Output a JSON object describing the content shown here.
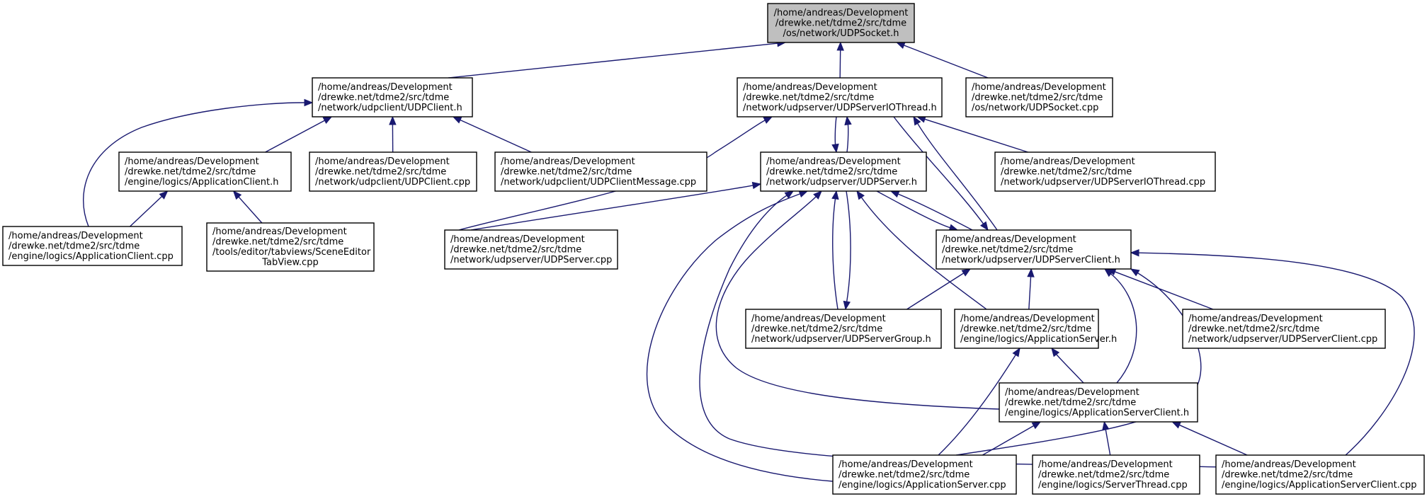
{
  "colors": {
    "edge": "#191970",
    "root_fill": "#bfbfbf",
    "node_fill": "#ffffff",
    "border": "#000000"
  },
  "nodes": [
    {
      "id": "udpsocket_h",
      "root": true,
      "lines": [
        "/home/andreas/Development",
        "/drewke.net/tdme2/src/tdme",
        "/os/network/UDPSocket.h"
      ]
    },
    {
      "id": "udpclient_h",
      "lines": [
        "/home/andreas/Development",
        "/drewke.net/tdme2/src/tdme",
        "/network/udpclient/UDPClient.h"
      ]
    },
    {
      "id": "udpserveriothread_h",
      "lines": [
        "/home/andreas/Development",
        "/drewke.net/tdme2/src/tdme",
        "/network/udpserver/UDPServerIOThread.h"
      ]
    },
    {
      "id": "udpsocket_cpp",
      "lines": [
        "/home/andreas/Development",
        "/drewke.net/tdme2/src/tdme",
        "/os/network/UDPSocket.cpp"
      ]
    },
    {
      "id": "applicationclient_h",
      "lines": [
        "/home/andreas/Development",
        "/drewke.net/tdme2/src/tdme",
        "/engine/logics/ApplicationClient.h"
      ]
    },
    {
      "id": "udpclient_cpp",
      "lines": [
        "/home/andreas/Development",
        "/drewke.net/tdme2/src/tdme",
        "/network/udpclient/UDPClient.cpp"
      ]
    },
    {
      "id": "udpclientmessage_cpp",
      "lines": [
        "/home/andreas/Development",
        "/drewke.net/tdme2/src/tdme",
        "/network/udpclient/UDPClientMessage.cpp"
      ]
    },
    {
      "id": "udpserver_h",
      "lines": [
        "/home/andreas/Development",
        "/drewke.net/tdme2/src/tdme",
        "/network/udpserver/UDPServer.h"
      ]
    },
    {
      "id": "udpserveriothread_cpp",
      "lines": [
        "/home/andreas/Development",
        "/drewke.net/tdme2/src/tdme",
        "/network/udpserver/UDPServerIOThread.cpp"
      ]
    },
    {
      "id": "applicationclient_cpp",
      "lines": [
        "/home/andreas/Development",
        "/drewke.net/tdme2/src/tdme",
        "/engine/logics/ApplicationClient.cpp"
      ]
    },
    {
      "id": "sceneeditortabview_cpp",
      "lines": [
        "/home/andreas/Development",
        "/drewke.net/tdme2/src/tdme",
        "/tools/editor/tabviews/SceneEditor",
        "TabView.cpp"
      ]
    },
    {
      "id": "udpserver_cpp",
      "lines": [
        "/home/andreas/Development",
        "/drewke.net/tdme2/src/tdme",
        "/network/udpserver/UDPServer.cpp"
      ]
    },
    {
      "id": "udpserverclient_h",
      "lines": [
        "/home/andreas/Development",
        "/drewke.net/tdme2/src/tdme",
        "/network/udpserver/UDPServerClient.h"
      ]
    },
    {
      "id": "udpservergroup_h",
      "lines": [
        "/home/andreas/Development",
        "/drewke.net/tdme2/src/tdme",
        "/network/udpserver/UDPServerGroup.h"
      ]
    },
    {
      "id": "applicationserver_h",
      "lines": [
        "/home/andreas/Development",
        "/drewke.net/tdme2/src/tdme",
        "/engine/logics/ApplicationServer.h"
      ]
    },
    {
      "id": "udpserverclient_cpp",
      "lines": [
        "/home/andreas/Development",
        "/drewke.net/tdme2/src/tdme",
        "/network/udpserver/UDPServerClient.cpp"
      ]
    },
    {
      "id": "applicationserverclient_h",
      "lines": [
        "/home/andreas/Development",
        "/drewke.net/tdme2/src/tdme",
        "/engine/logics/ApplicationServerClient.h"
      ]
    },
    {
      "id": "applicationserver_cpp",
      "lines": [
        "/home/andreas/Development",
        "/drewke.net/tdme2/src/tdme",
        "/engine/logics/ApplicationServer.cpp"
      ]
    },
    {
      "id": "serverthread_cpp",
      "lines": [
        "/home/andreas/Development",
        "/drewke.net/tdme2/src/tdme",
        "/engine/logics/ServerThread.cpp"
      ]
    },
    {
      "id": "applicationserverclient_cpp",
      "lines": [
        "/home/andreas/Development",
        "/drewke.net/tdme2/src/tdme",
        "/engine/logics/ApplicationServerClient.cpp"
      ]
    }
  ],
  "edges": [
    [
      "udpclient_h",
      "udpsocket_h"
    ],
    [
      "udpserveriothread_h",
      "udpsocket_h"
    ],
    [
      "udpsocket_cpp",
      "udpsocket_h"
    ],
    [
      "applicationclient_h",
      "udpclient_h"
    ],
    [
      "udpclient_cpp",
      "udpclient_h"
    ],
    [
      "udpclientmessage_cpp",
      "udpclient_h"
    ],
    [
      "applicationclient_cpp",
      "udpclient_h"
    ],
    [
      "applicationclient_cpp",
      "applicationclient_h"
    ],
    [
      "sceneeditortabview_cpp",
      "applicationclient_h"
    ],
    [
      "udpserver_h",
      "udpserveriothread_h"
    ],
    [
      "udpserveriothread_h",
      "udpserver_h"
    ],
    [
      "udpserveriothread_cpp",
      "udpserveriothread_h"
    ],
    [
      "udpserver_cpp",
      "udpserveriothread_h"
    ],
    [
      "udpserverclient_h",
      "udpserveriothread_h"
    ],
    [
      "udpserveriothread_h",
      "udpserverclient_h"
    ],
    [
      "udpserver_cpp",
      "udpserver_h"
    ],
    [
      "udpserverclient_h",
      "udpserver_h"
    ],
    [
      "udpserver_h",
      "udpserverclient_h"
    ],
    [
      "udpservergroup_h",
      "udpserver_h"
    ],
    [
      "udpserver_h",
      "udpservergroup_h"
    ],
    [
      "applicationserver_h",
      "udpserver_h"
    ],
    [
      "applicationserverclient_h",
      "udpserver_h"
    ],
    [
      "applicationserver_cpp",
      "udpserver_h"
    ],
    [
      "applicationserverclient_cpp",
      "udpserver_h"
    ],
    [
      "udpservergroup_h",
      "udpserverclient_h"
    ],
    [
      "applicationserver_h",
      "udpserverclient_h"
    ],
    [
      "udpserverclient_cpp",
      "udpserverclient_h"
    ],
    [
      "applicationserverclient_h",
      "udpserverclient_h"
    ],
    [
      "applicationserver_cpp",
      "udpserverclient_h"
    ],
    [
      "applicationserverclient_cpp",
      "udpserverclient_h"
    ],
    [
      "applicationserverclient_h",
      "applicationserver_h"
    ],
    [
      "applicationserver_cpp",
      "applicationserver_h"
    ],
    [
      "applicationserver_cpp",
      "applicationserverclient_h"
    ],
    [
      "serverthread_cpp",
      "applicationserverclient_h"
    ],
    [
      "applicationserverclient_cpp",
      "applicationserverclient_h"
    ]
  ]
}
